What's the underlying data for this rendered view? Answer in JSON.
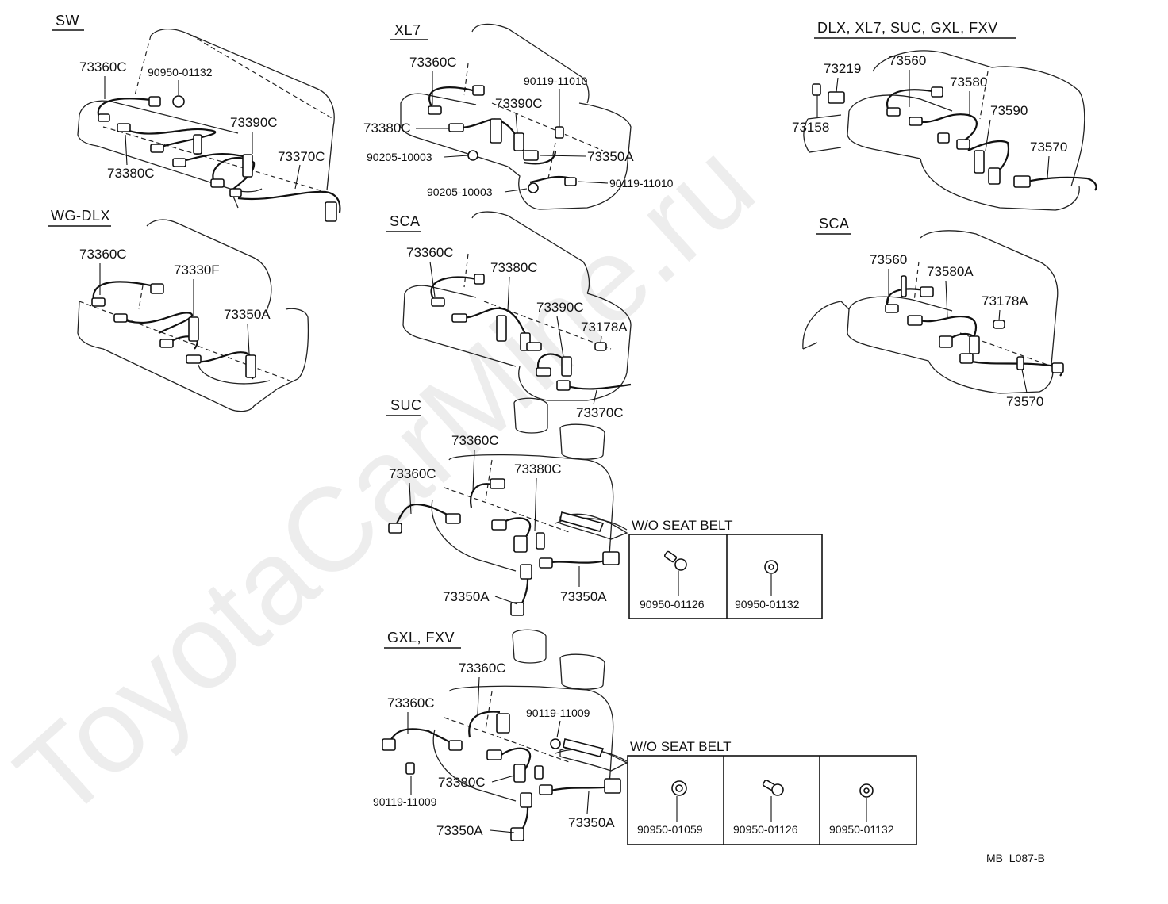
{
  "watermark": "ToyotaCarMine.ru",
  "footer": {
    "code": "MB  L087-B"
  },
  "sections": {
    "sw": {
      "title": "SW",
      "labels": {
        "a": "73360C",
        "b": "90950-01132",
        "c": "73390C",
        "d": "73370C",
        "e": "73380C"
      }
    },
    "wgdlx": {
      "title": "WG-DLX",
      "labels": {
        "a": "73360C",
        "b": "73330F",
        "c": "73350A"
      }
    },
    "xl7": {
      "title": "XL7",
      "labels": {
        "a": "73360C",
        "b": "90119-11010",
        "c": "73390C",
        "d": "73380C",
        "e": "90205-10003",
        "f": "73350A",
        "g": "90119-11010",
        "h": "90205-10003"
      }
    },
    "sca_mid": {
      "title": "SCA",
      "labels": {
        "a": "73360C",
        "b": "73380C",
        "c": "73390C",
        "d": "73178A",
        "e": "73370C"
      }
    },
    "suc": {
      "title": "SUC",
      "labels": {
        "a": "73360C",
        "b": "73360C",
        "c": "73380C",
        "d": "73350A",
        "e": "73350A"
      },
      "inset": {
        "title": "W/O SEAT  BELT",
        "parts": [
          "90950-01126",
          "90950-01132"
        ]
      }
    },
    "gxl": {
      "title": "GXL, FXV",
      "labels": {
        "a": "73360C",
        "b": "73360C",
        "c": "90119-11009",
        "d": "90119-11009",
        "e": "73380C",
        "f": "73350A",
        "g": "73350A"
      },
      "inset": {
        "title": "W/O SEAT  BELT",
        "parts": [
          "90950-01059",
          "90950-01126",
          "90950-01132"
        ]
      }
    },
    "dlx": {
      "title": "DLX, XL7, SUC, GXL, FXV",
      "labels": {
        "a": "73219",
        "b": "73560",
        "c": "73580",
        "d": "73158",
        "e": "73590",
        "f": "73570"
      }
    },
    "sca_right": {
      "title": "SCA",
      "labels": {
        "a": "73560",
        "b": "73580A",
        "c": "73178A",
        "d": "73570"
      }
    }
  }
}
